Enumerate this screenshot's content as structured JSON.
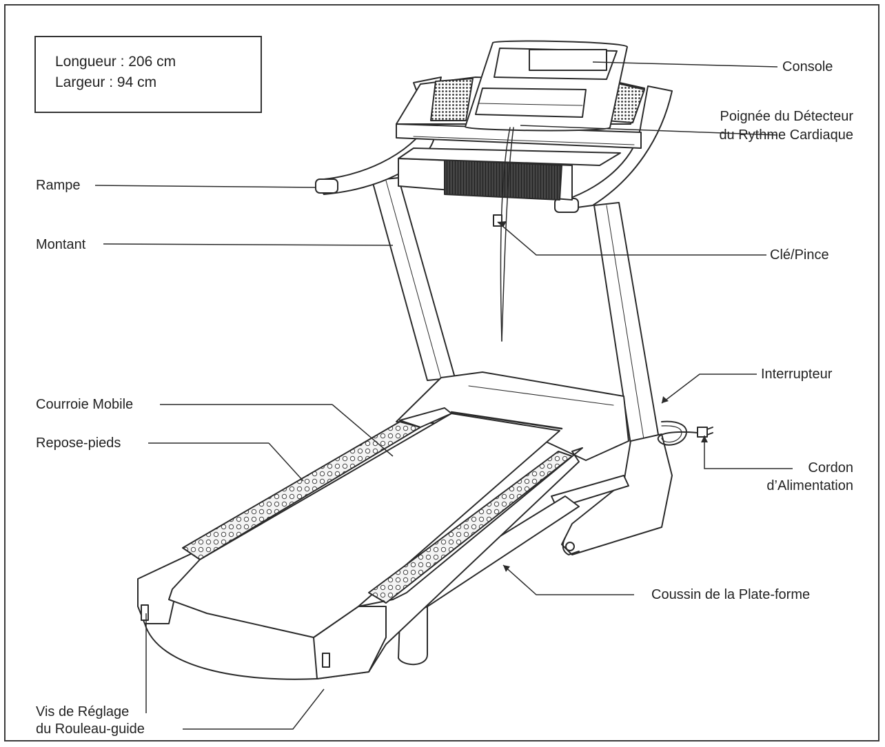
{
  "dimensions": {
    "length": "Longueur :  206 cm",
    "width": "Largeur :  94 cm"
  },
  "labels": {
    "console": "Console",
    "pulse_line1": "Poignée du Détecteur",
    "pulse_line2": "du Rythme Cardiaque",
    "rampe": "Rampe",
    "montant": "Montant",
    "cle": "Clé/Pince",
    "interrupteur": "Interrupteur",
    "courroie": "Courroie Mobile",
    "repose": "Repose-pieds",
    "cordon_line1": "Cordon",
    "cordon_line2": "d’Alimentation",
    "coussin": "Coussin de la Plate-forme",
    "vis_line1": "Vis de Réglage",
    "vis_line2": "du Rouleau-guide"
  }
}
